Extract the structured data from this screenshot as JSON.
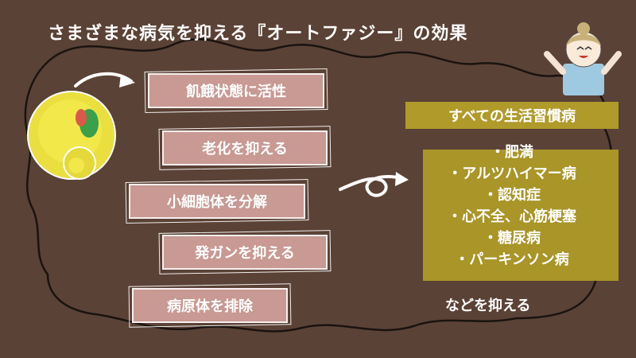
{
  "title": "さまざまな病気を抑える『オートファジー』の効果",
  "effects": [
    "飢餓状態に活性",
    "老化を抑える",
    "小細胞体を分解",
    "発ガンを抑える",
    "病原体を排除"
  ],
  "diseases": {
    "heading": "すべての生活習慣病",
    "items": [
      "・肥満",
      "・アルツハイマー病",
      "・認知症",
      "・心不全、心筋梗塞",
      "・糖尿病",
      "・パーキンソン病"
    ],
    "footer": "などを抑える"
  },
  "colors": {
    "background": "#5b4236",
    "effect_box": "#c99993",
    "disease_box": "#a99528"
  }
}
